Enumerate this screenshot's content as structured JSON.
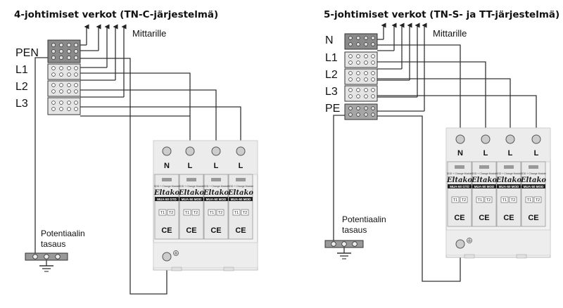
{
  "left": {
    "title": "4-johtimiset verkot (TN-C-järjestelmä)",
    "meter_label": "Mittarille",
    "conductors": [
      "PEN",
      "L1",
      "L2",
      "L3"
    ],
    "equipotential": [
      "Potentiaalin",
      "tasaus"
    ],
    "poles": [
      "N",
      "L",
      "L",
      "L"
    ],
    "module_small_text": "SGD + Change Module",
    "brand": "Eltako",
    "models": [
      "MUA-50 GTD",
      "MUA-50 MOD",
      "MUA-50 MOD",
      "MUA-50 MOD"
    ],
    "t1": "T1",
    "t2": "T2",
    "ce": "CE"
  },
  "right": {
    "title": "5-johtimiset verkot (TN-S- ja TT-järjestelmä)",
    "meter_label": "Mittarille",
    "conductors": [
      "N",
      "L1",
      "L2",
      "L3",
      "PE"
    ],
    "equipotential": [
      "Potentiaalin",
      "tasaus"
    ],
    "poles": [
      "N",
      "L",
      "L",
      "L"
    ],
    "module_small_text": "SGD + Change Module",
    "brand": "Eltako",
    "models": [
      "MUA-50 GTD",
      "MUA-50 MOD",
      "MUA-50 MOD",
      "MUA-50 MOD"
    ],
    "t1": "T1",
    "t2": "T2",
    "ce": "CE"
  },
  "colors": {
    "wire": "#333333",
    "terminal_dark": "#8a8a8a",
    "terminal_light": "#e4e4e4",
    "device_body": "#f2f2f2",
    "label_bar": "#222222"
  },
  "icons": [
    "ground-icon",
    "screw-terminal-icon",
    "arrow-up-icon",
    "ce-mark-icon"
  ]
}
